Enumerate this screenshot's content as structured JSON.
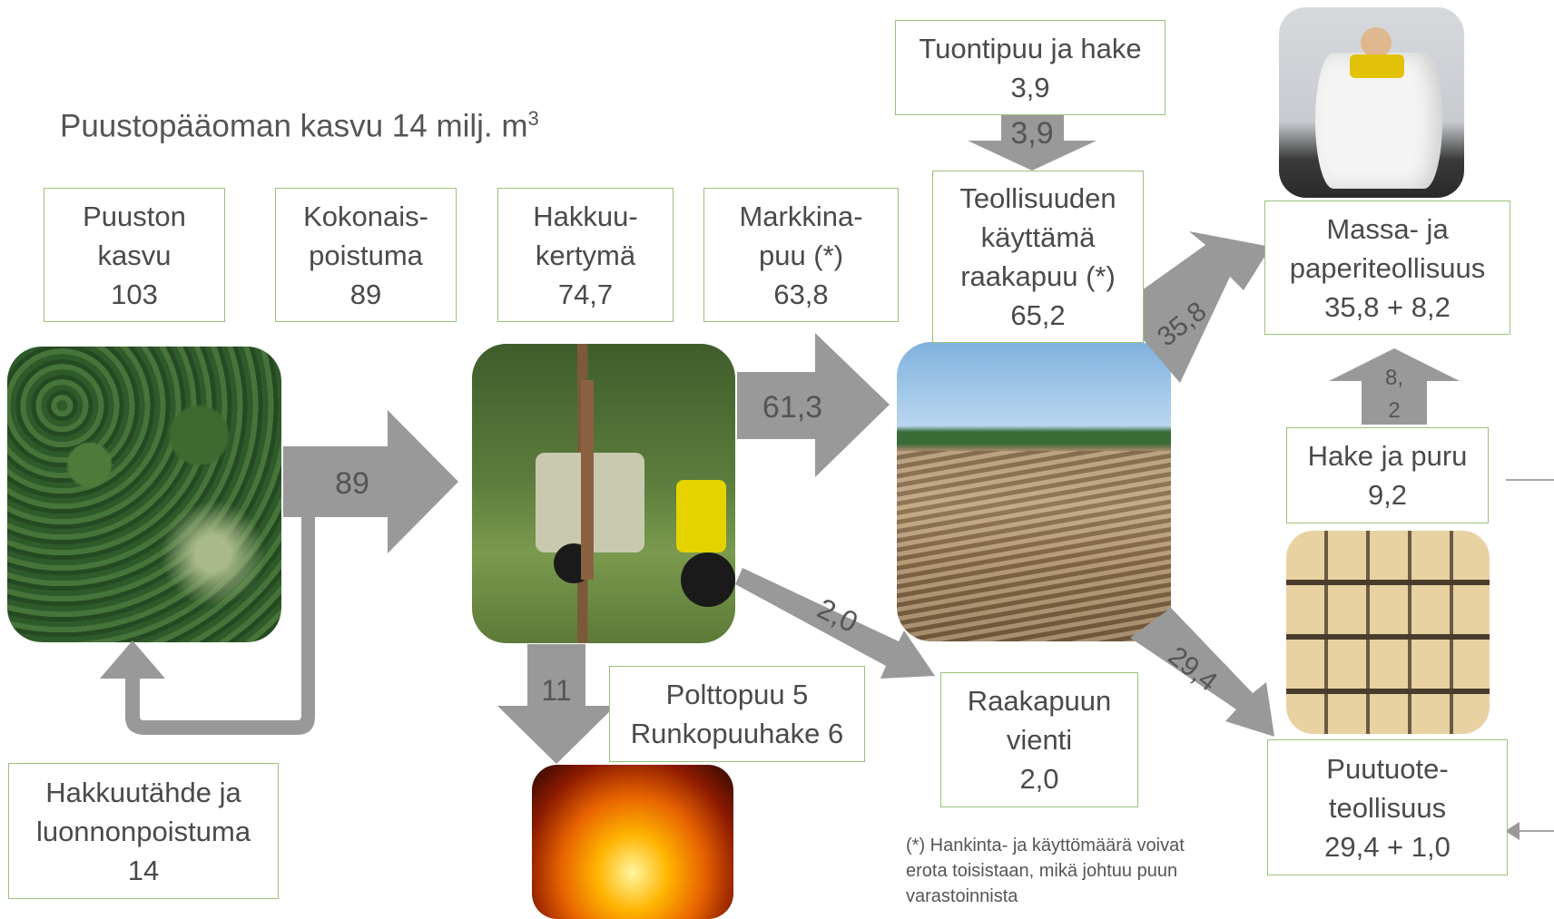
{
  "title": {
    "text": "Puustopääoman kasvu 14 milj. m",
    "sup": "3"
  },
  "boxes": {
    "puuston_kasvu": [
      "Puuston",
      "kasvu",
      "103"
    ],
    "kokonaispoistuma": [
      "Kokonais-",
      "poistuma",
      "89"
    ],
    "hakkuukertyma": [
      "Hakkuu-",
      "kertymä",
      "74,7"
    ],
    "markkinapuu": [
      "Markkina-",
      "puu (*)",
      "63,8"
    ],
    "tuontipuu": [
      "Tuontipuu ja hake",
      "3,9"
    ],
    "teollisuuden_kayttama": [
      "Teollisuuden",
      "käyttämä",
      "raakapuu (*)",
      "65,2"
    ],
    "massa_paperi": [
      "Massa- ja",
      "paperiteollisuus",
      "35,8 + 8,2"
    ],
    "hake_puru": [
      "Hake ja puru",
      "9,2"
    ],
    "polttopuu": [
      "Polttopuu 5",
      "Runkopuuhake 6"
    ],
    "raakapuun_vienti": [
      "Raakapuun",
      "vienti",
      "2,0"
    ],
    "puutuoteteollisuus": [
      "Puutuote-",
      "teollisuus",
      "29,4 + 1,0"
    ],
    "hakkuutahde": [
      "Hakkuutähde ja",
      "luonnonpoistuma",
      "14"
    ]
  },
  "flows": {
    "forest_to_harvest": "89",
    "harvest_to_mill": "61,3",
    "harvest_to_export": "2,0",
    "harvest_to_fuel": "11",
    "import": "3,9",
    "mill_to_pulp": "35,8",
    "mill_to_wood": "29,4",
    "chips_to_pulp": [
      "8,",
      "2"
    ]
  },
  "footnote": "(*) Hankinta- ja käyttömäärä voivat erota toisistaan, mikä johtuu puun varastoinnista",
  "colors": {
    "box_border": "#9bc27a",
    "arrow": "#999999",
    "text": "#4a4a4a"
  }
}
